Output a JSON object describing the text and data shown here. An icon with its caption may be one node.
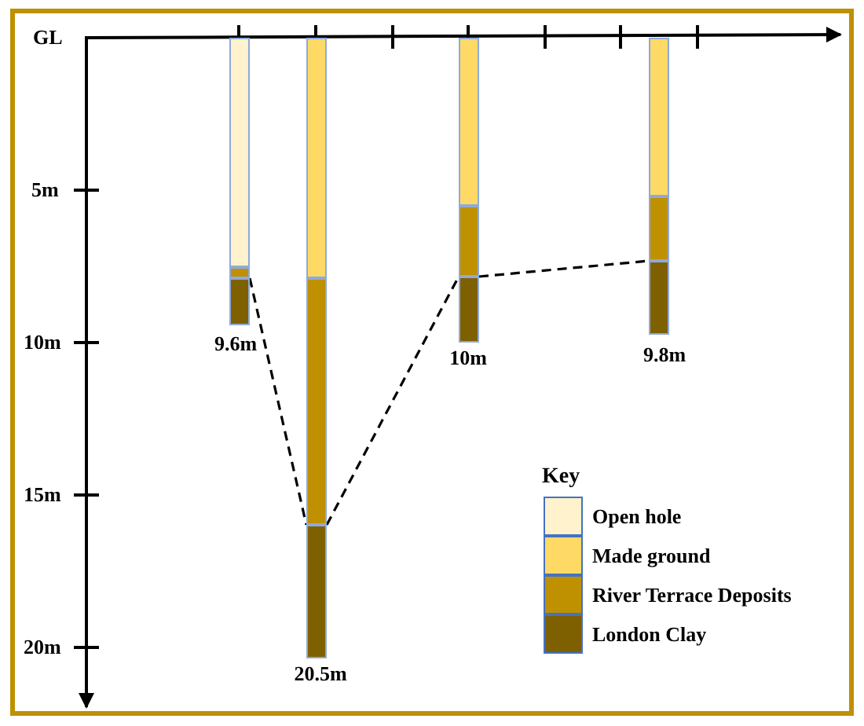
{
  "diagram": {
    "nodes": [
      {
        "text": [],
        "shape": "bar"
      },
      {
        "text": [],
        "shape": "bar"
      },
      {
        "text": [],
        "shape": "bar",
        "beside": [
          "9.6m"
        ]
      },
      {
        "text": [],
        "shape": "bar"
      },
      {
        "text": [],
        "shape": "bar"
      },
      {
        "text": [],
        "shape": "bar",
        "beside": [
          "20.5m"
        ]
      },
      {
        "text": [],
        "shape": "bar"
      },
      {
        "text": [],
        "shape": "bar"
      },
      {
        "text": [],
        "shape": "bar",
        "beside": [
          "10m"
        ]
      },
      {
        "text": [],
        "shape": "bar"
      },
      {
        "text": [],
        "shape": "bar"
      },
      {
        "text": [],
        "shape": "bar",
        "beside": [
          "9.8m"
        ]
      }
    ],
    "edges": [
      {
        "from": 2,
        "to": 5,
        "arrow": "none",
        "style": "dashed"
      },
      {
        "from": 5,
        "to": 8,
        "arrow": "none",
        "style": "dashed"
      },
      {
        "from": 8,
        "to": 11,
        "arrow": "none",
        "style": "dashed"
      }
    ],
    "labels": [
      "GL",
      "5m",
      "10m",
      "15m",
      "20m",
      "Key"
    ],
    "legend": [
      {
        "text": "Open hole",
        "color": "#fff2cc"
      },
      {
        "text": "Made ground",
        "color": "#ffd966"
      },
      {
        "text": "River Terrace Deposits",
        "color": "#bf9000"
      },
      {
        "text": "London Clay",
        "color": "#7f6000"
      }
    ]
  }
}
